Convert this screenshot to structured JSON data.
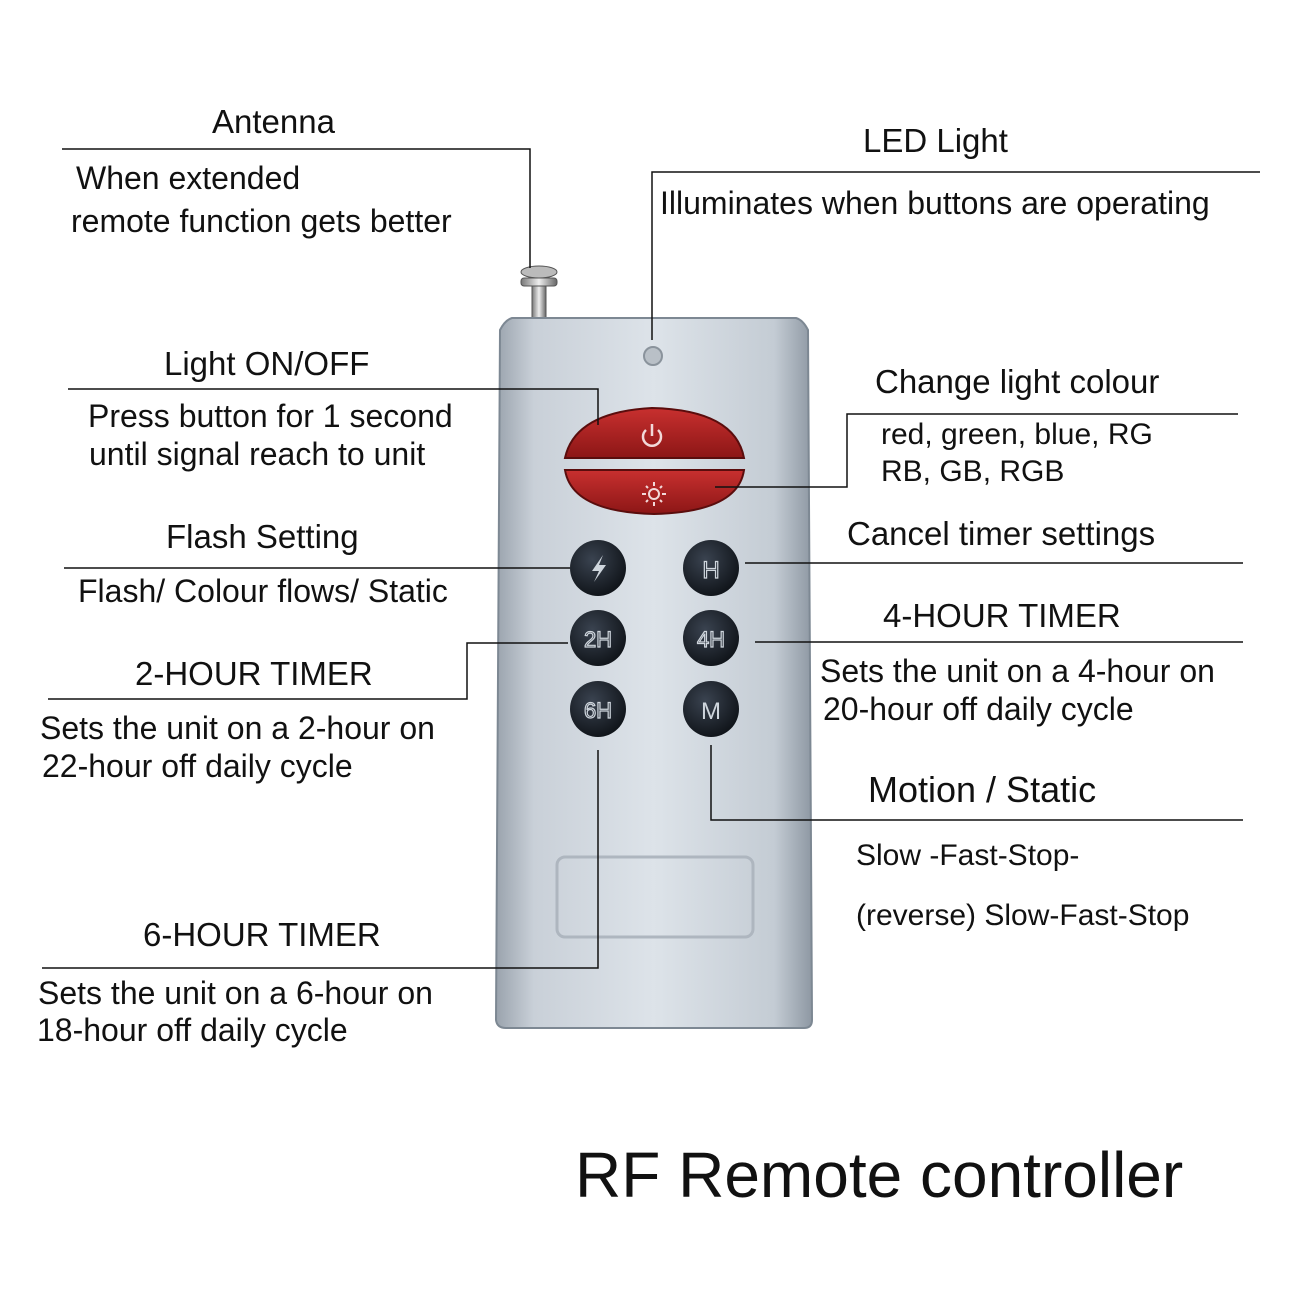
{
  "title": "RF Remote controller",
  "remote": {
    "cancel_glyph": "H",
    "btn_2h": "2H",
    "btn_4h": "4H",
    "btn_6h": "6H",
    "btn_m": "M",
    "button_color": "#c62b2b",
    "key_color": "#161b21"
  },
  "labels": {
    "antenna": {
      "title": "Antenna",
      "line1": "When extended",
      "line2": "remote function gets better"
    },
    "led": {
      "title": "LED Light",
      "line1": "Illuminates when buttons are operating"
    },
    "power": {
      "title": "Light ON/OFF",
      "line1": "Press button for 1 second",
      "line2": "until signal reach to unit"
    },
    "colour": {
      "title": "Change light colour",
      "line1": "red, green, blue, RG",
      "line2": "RB, GB, RGB"
    },
    "flash": {
      "title": "Flash Setting",
      "line1": "Flash/ Colour flows/ Static"
    },
    "cancel": {
      "title": "Cancel timer settings"
    },
    "timer4": {
      "title": "4-HOUR TIMER",
      "line1": "Sets the unit on a 4-hour on",
      "line2": "20-hour off daily cycle"
    },
    "timer2": {
      "title": "2-HOUR TIMER",
      "line1": "Sets the unit on a 2-hour on",
      "line2": "22-hour off daily cycle"
    },
    "motion": {
      "title": "Motion / Static",
      "line1": "Slow -Fast-Stop-",
      "line2": "(reverse) Slow-Fast-Stop"
    },
    "timer6": {
      "title": "6-HOUR TIMER",
      "line1": "Sets the unit on a 6-hour on",
      "line2": "18-hour off daily cycle"
    }
  }
}
